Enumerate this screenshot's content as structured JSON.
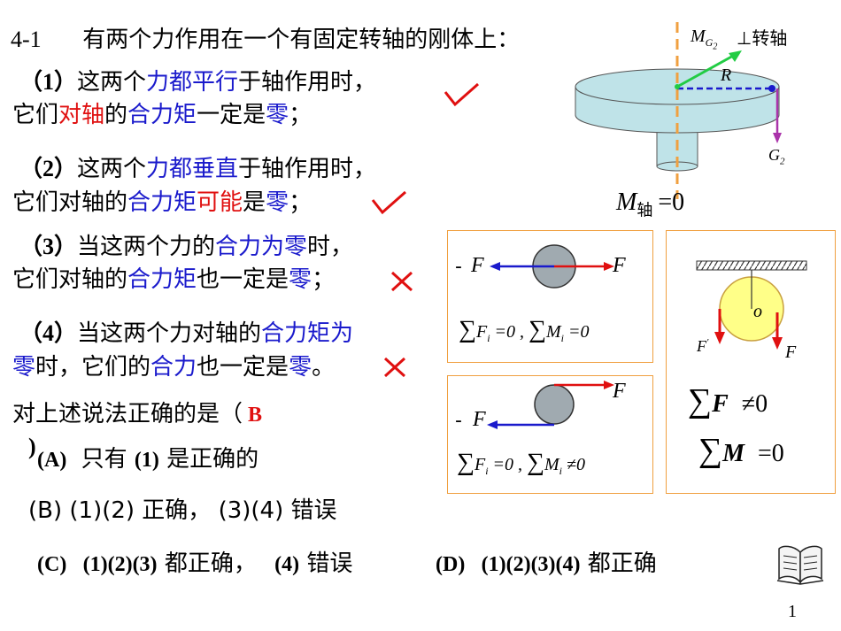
{
  "question": {
    "number": "4-1",
    "stem": "有两个力作用在一个有固定转轴的刚体上：",
    "s1": {
      "num": "（1）",
      "a": "这两个",
      "b": "力都平行",
      "c": "于轴作用时，",
      "d": "它们",
      "e": "对轴",
      "f": "的",
      "g": "合力矩",
      "h": "一定是",
      "i": "零",
      "j": "；"
    },
    "s2": {
      "num": "（2）",
      "a": "这两个",
      "b": "力都垂直",
      "c": "于轴作用时，",
      "d": "它们对轴的",
      "e": "合力矩",
      "f": "可能",
      "g": "是",
      "h": "零",
      "i": "；"
    },
    "s3": {
      "num": "（3）",
      "a": "当这两个力的",
      "b": "合力为零",
      "c": "时，",
      "d": "它们对轴的",
      "e": "合力矩",
      "f": "也一定是",
      "g": "零",
      "h": "；"
    },
    "s4": {
      "num": "（4）",
      "a": "当这两个力对轴的",
      "b": "合力矩为",
      "c": "零",
      "d": "时，它们的",
      "e": "合力",
      "f": "也一定是",
      "g": "零",
      "h": "。"
    },
    "prompt": "对上述说法正确的是（",
    "answer": "B",
    "close": ")",
    "optA": {
      "label": "(A)",
      "text": "只有",
      "num": "(1)",
      "rest": "是正确的"
    },
    "optB": "(B)  (1)(2) 正确， (3)(4) 错误",
    "optC": {
      "label": "(C)",
      "num": "(1)(2)(3)",
      "t1": "都正确，",
      "num2": "(4)",
      "t2": "错误"
    },
    "optD": {
      "label": "(D)",
      "num": "(1)(2)(3)(4)",
      "t1": "都正确"
    }
  },
  "figure_disk": {
    "m_label": "M",
    "m_sub": "G",
    "m_sub2": "2",
    "perp": "⊥转轴",
    "r_label": "R",
    "g_label": "G",
    "g_sub": "2",
    "result_m": "M",
    "result_sub": "轴",
    "result_eq": "=0"
  },
  "panel1": {
    "neg": "-",
    "f_left": "F",
    "f_right": "F",
    "eq": "∑F<sub>i</sub> =0 , ∑M<sub>i</sub> =0"
  },
  "panel2": {
    "neg": "-",
    "f_left": "F",
    "f_right": "F"
  },
  "panel3": {
    "o_label": "o",
    "f_left": "F",
    "f_prime": "'",
    "f_right": "F",
    "eq1": "≠0",
    "eq2": "=0",
    "sym_f": "F",
    "sym_m": "M"
  },
  "page_number": "1",
  "colors": {
    "blue": "#1a1acc",
    "red": "#e01010",
    "orange": "#f0a040",
    "disk": "#bfe3e8",
    "green": "#22cc44",
    "purple": "#aa33aa"
  }
}
